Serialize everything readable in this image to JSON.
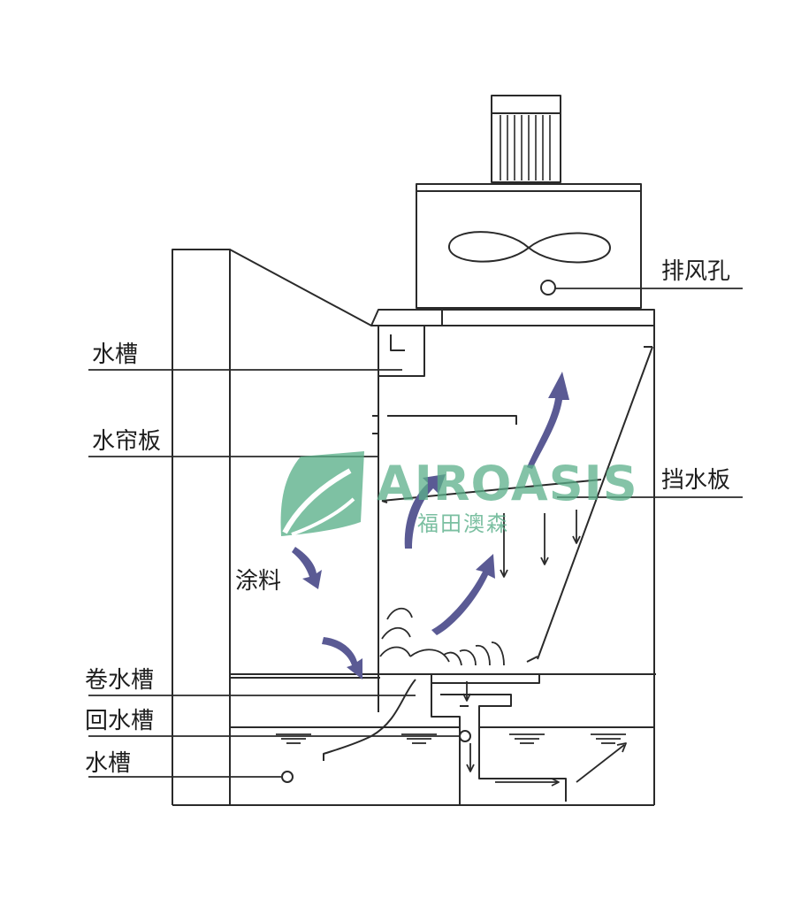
{
  "labels": {
    "exhaust_port": "排风孔",
    "water_tank_top": "水槽",
    "water_curtain_plate": "水帘板",
    "water_baffle": "挡水板",
    "paint": "涂料",
    "roll_water_tank": "卷水槽",
    "return_water_tank": "回水槽",
    "water_tank_bottom": "水槽"
  },
  "watermark": {
    "brand": "AIROASIS",
    "brand_cn": "福田澳森"
  },
  "colors": {
    "line": "#2a2a2a",
    "airflow_arrow": "#5a5a94",
    "watermark": "#5bb08a"
  }
}
